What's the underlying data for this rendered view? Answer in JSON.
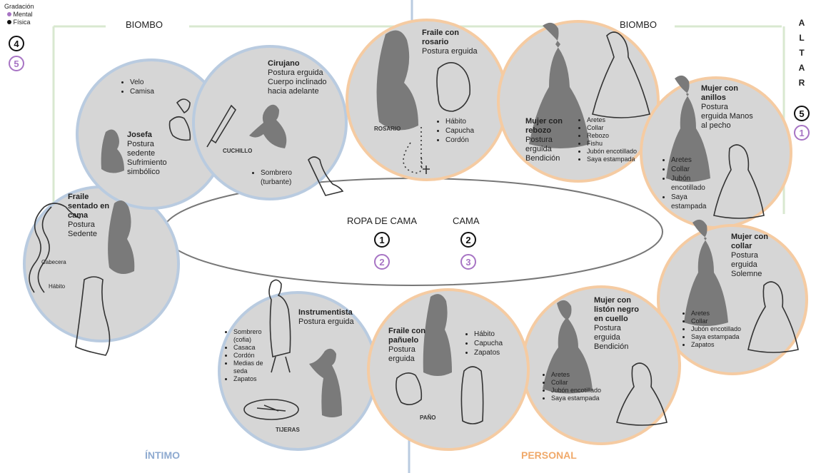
{
  "legend": {
    "title": "Gradación",
    "items": [
      {
        "label": "Mental",
        "color": "#a774c4"
      },
      {
        "label": "Física",
        "color": "#111111"
      }
    ]
  },
  "top_left": {
    "physical": "4",
    "mental": "5"
  },
  "right_altar": {
    "letters": [
      "A",
      "L",
      "T",
      "A",
      "R"
    ],
    "physical": "5",
    "mental": "1"
  },
  "biombo_left": "BIOMBO",
  "biombo_right": "BIOMBO",
  "center": {
    "ropa_de_cama": {
      "label": "ROPA DE CAMA",
      "physical": "1",
      "mental": "2"
    },
    "cama": {
      "label": "CAMA",
      "physical": "2",
      "mental": "3"
    }
  },
  "zones": {
    "intimo": "ÍNTIMO",
    "personal": "PERSONAL"
  },
  "colors": {
    "intimo": "#b9cbe0",
    "personal": "#f5cba2",
    "circle_fill": "#d6d6d6",
    "mental": "#a774c4",
    "physical": "#111111",
    "frame": "#d9e8d0"
  },
  "circles": {
    "fraile_sentado": {
      "title_lines": [
        "Fraile",
        "sentado en",
        "cama"
      ],
      "desc_lines": [
        "Postura",
        "Sedente"
      ],
      "labels": [
        "Cabecera",
        "Hábito"
      ]
    },
    "josefa": {
      "items": [
        "Velo",
        "Camisa"
      ],
      "title": "Josefa",
      "desc_lines": [
        "Postura",
        "sedente",
        "Sufrimiento",
        "simbólico"
      ]
    },
    "cirujano": {
      "title": "Cirujano",
      "desc_lines": [
        "Postura erguida",
        "Cuerpo inclinado",
        "hacia adelante"
      ],
      "label": "CUCHILLO",
      "items": [
        "Sombrero",
        "(turbante)"
      ]
    },
    "fraile_rosario": {
      "title_lines": [
        "Fraile  con",
        "rosario"
      ],
      "desc": "Postura erguida",
      "label": "ROSARIO",
      "items": [
        "Hábito",
        "Capucha",
        "Cordón"
      ]
    },
    "mujer_rebozo": {
      "title_lines": [
        "Mujer con",
        "rebozo"
      ],
      "desc_lines": [
        "Postura",
        "erguida",
        "Bendición"
      ],
      "items": [
        "Aretes",
        "Collar",
        "Rebozo",
        "Fishu",
        "Jubón encotillado",
        "Saya estampada"
      ]
    },
    "mujer_anillos": {
      "title_lines": [
        "Mujer con",
        "anillos"
      ],
      "desc_lines": [
        "Postura",
        "erguida Manos",
        "al pecho"
      ],
      "items": [
        "Aretes",
        "Collar",
        "Jubón encotillado",
        "Saya estampada"
      ]
    },
    "mujer_collar": {
      "title_lines": [
        "Mujer con",
        "collar"
      ],
      "desc_lines": [
        "Postura",
        "erguida",
        "Solemne"
      ],
      "items": [
        "Aretes",
        "Collar",
        "Jubón encotillado",
        "Saya estampada",
        "Zapatos"
      ]
    },
    "mujer_liston": {
      "title_lines": [
        "Mujer con",
        "listón negro",
        "en cuello"
      ],
      "desc_lines": [
        "Postura",
        "erguida",
        "Bendición"
      ],
      "items": [
        "Aretes",
        "Collar",
        "Jubón encotillado",
        "Saya estampada"
      ]
    },
    "fraile_panuelo": {
      "title_lines": [
        "Fraile con",
        "pañuelo"
      ],
      "desc_lines": [
        "Postura",
        "erguida"
      ],
      "label": "PAÑO",
      "items": [
        "Hábito",
        "Capucha",
        "Zapatos"
      ]
    },
    "instrumentista": {
      "title": "Instrumentista",
      "desc": "Postura erguida",
      "items": [
        "Sombrero (cofia)",
        "Casaca",
        "Cordón",
        "Medias de seda",
        "Zapatos"
      ],
      "label": "TIJERAS"
    }
  }
}
